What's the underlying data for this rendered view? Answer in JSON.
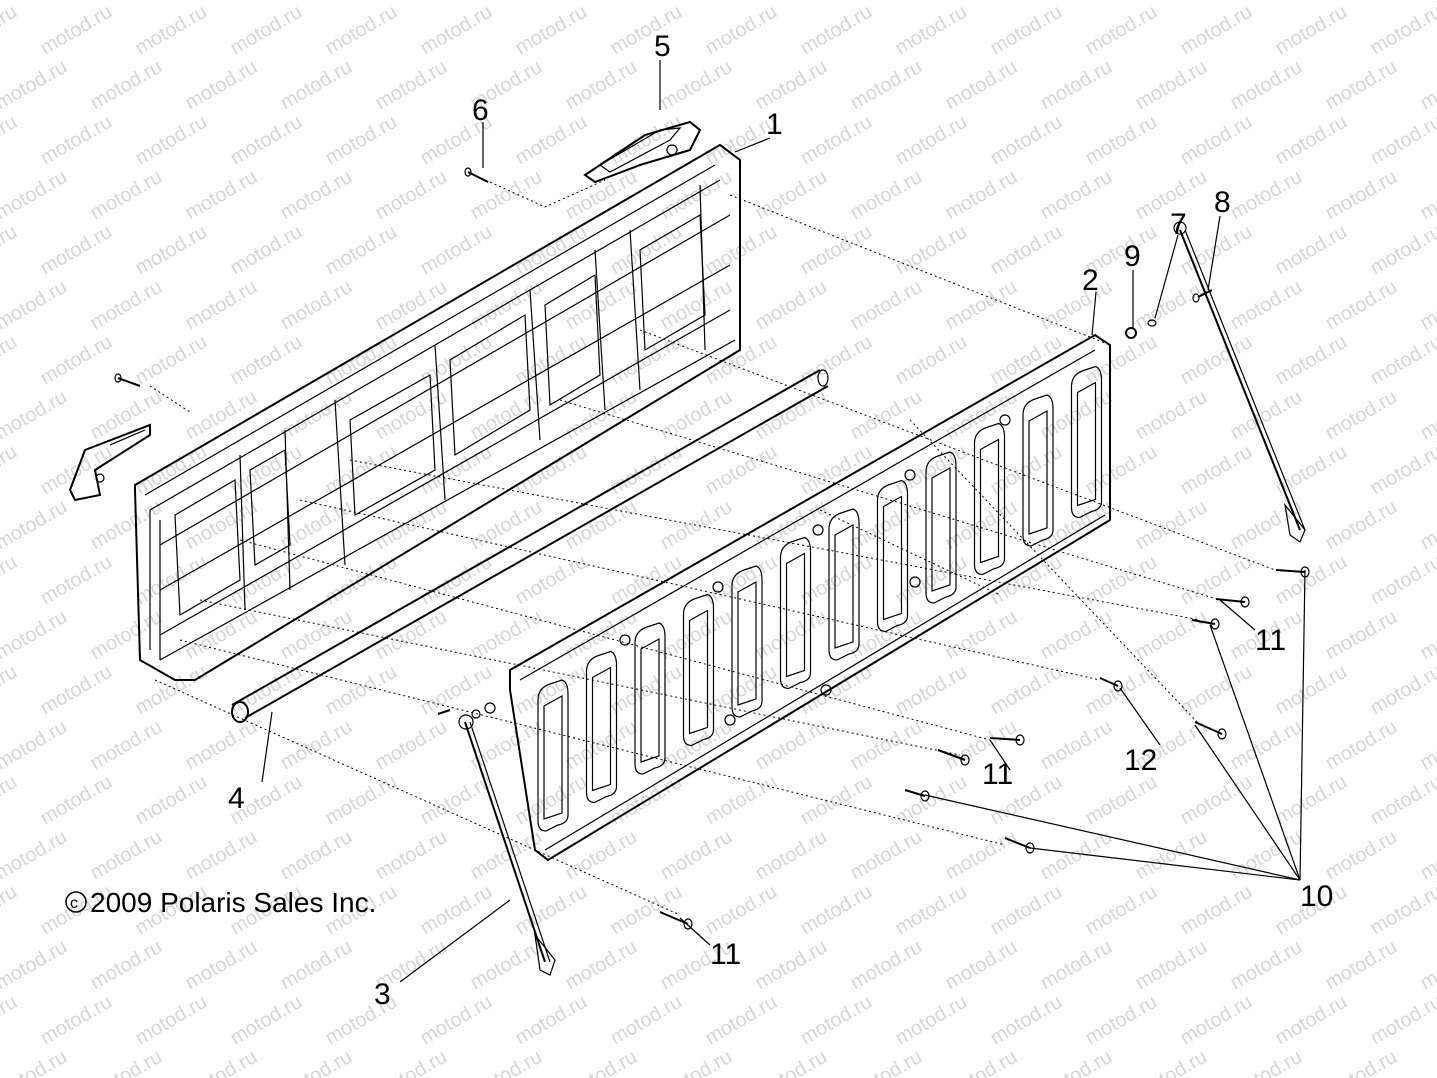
{
  "watermark": {
    "text": "motod.ru"
  },
  "copyright": {
    "symbol": "c",
    "text": "2009 Polaris Sales Inc."
  },
  "callouts": {
    "c1": "1",
    "c2": "2",
    "c3": "3",
    "c4": "4",
    "c5": "5",
    "c6": "6",
    "c7": "7",
    "c8": "8",
    "c9": "9",
    "c10": "10",
    "c11a": "11",
    "c11b": "11",
    "c11c": "11",
    "c12": "12"
  },
  "colors": {
    "line": "#000000",
    "watermark": "#d6d6d6",
    "background": "#ffffff"
  }
}
